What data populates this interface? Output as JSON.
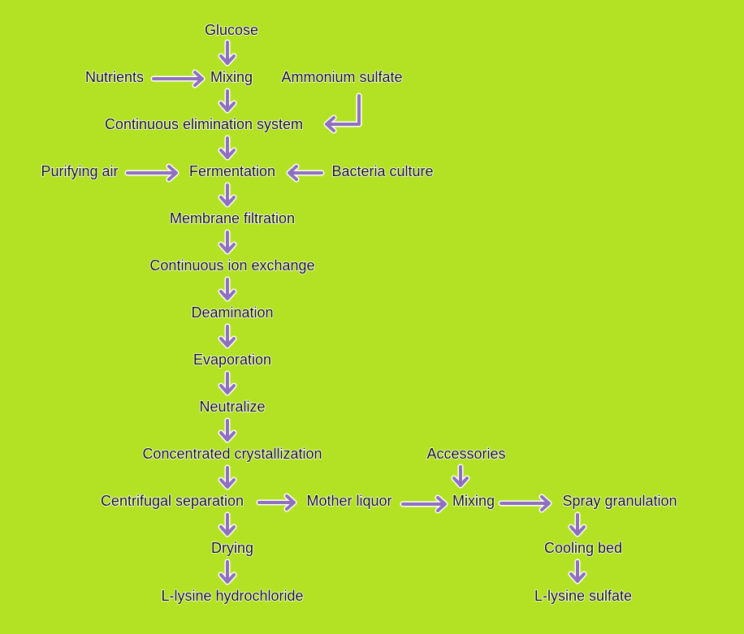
{
  "colors": {
    "background": "#b3e224",
    "arrow": "#8e6fc0",
    "text": "#111111",
    "outline": "#ffffff"
  },
  "nodes": {
    "glucose": "Glucose",
    "nutrients": "Nutrients",
    "mixing_1": "Mixing",
    "ammonium_sulfate": "Ammonium sulfate",
    "continuous_elimination_system": "Continuous elimination system",
    "purifying_air": "Purifying air",
    "fermentation": "Fermentation",
    "bacteria_culture": "Bacteria culture",
    "membrane_filtration": "Membrane filtration",
    "continuous_ion_exchange": "Continuous ion exchange",
    "deamination": "Deamination",
    "evaporation": "Evaporation",
    "neutralize": "Neutralize",
    "concentrated_crystallization": "Concentrated crystallization",
    "accessories": "Accessories",
    "centrifugal_separation": "Centrifugal separation",
    "mother_liquor": "Mother liquor",
    "mixing_2": "Mixing",
    "spray_granulation": "Spray granulation",
    "drying": "Drying",
    "cooling_bed": "Cooling bed",
    "l_lysine_hydrochloride": "L-lysine hydrochloride",
    "l_lysine_sulfate": "L-lysine sulfate"
  },
  "edges": [
    [
      "glucose",
      "mixing_1"
    ],
    [
      "nutrients",
      "mixing_1"
    ],
    [
      "mixing_1",
      "continuous_elimination_system"
    ],
    [
      "ammonium_sulfate",
      "continuous_elimination_system"
    ],
    [
      "continuous_elimination_system",
      "fermentation"
    ],
    [
      "purifying_air",
      "fermentation"
    ],
    [
      "bacteria_culture",
      "fermentation"
    ],
    [
      "fermentation",
      "membrane_filtration"
    ],
    [
      "membrane_filtration",
      "continuous_ion_exchange"
    ],
    [
      "continuous_ion_exchange",
      "deamination"
    ],
    [
      "deamination",
      "evaporation"
    ],
    [
      "evaporation",
      "neutralize"
    ],
    [
      "neutralize",
      "concentrated_crystallization"
    ],
    [
      "concentrated_crystallization",
      "centrifugal_separation"
    ],
    [
      "centrifugal_separation",
      "drying"
    ],
    [
      "drying",
      "l_lysine_hydrochloride"
    ],
    [
      "centrifugal_separation",
      "mother_liquor"
    ],
    [
      "mother_liquor",
      "mixing_2"
    ],
    [
      "accessories",
      "mixing_2"
    ],
    [
      "mixing_2",
      "spray_granulation"
    ],
    [
      "spray_granulation",
      "cooling_bed"
    ],
    [
      "cooling_bed",
      "l_lysine_sulfate"
    ]
  ]
}
